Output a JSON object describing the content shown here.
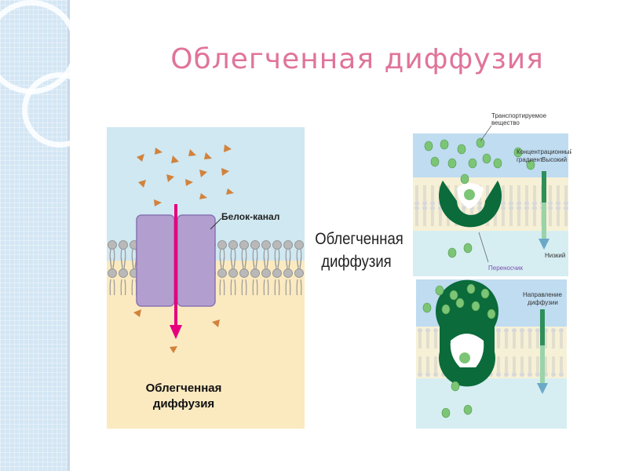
{
  "slide": {
    "title": "Облегченная диффузия"
  },
  "left_diagram": {
    "channel_label": "Белок-канал",
    "caption_line1": "Облегченная",
    "caption_line2": "диффузия",
    "colors": {
      "outside": "#cfe8f2",
      "inside": "#fbeac0",
      "protein": "#b29fd0",
      "arrow": "#e6007e",
      "molecule": "#d2823b"
    }
  },
  "center_label": {
    "line1": "Облегченная",
    "line2": "диффузия"
  },
  "right_top": {
    "transported_substance_line1": "Транспортируемое",
    "transported_substance_line2": "вещество",
    "gradient_line1": "Концентрационный",
    "gradient_line2": "градиент",
    "high": "Высокий",
    "low": "Низкий",
    "carrier": "Переносчик",
    "colors": {
      "carrier": "#0b6b3b",
      "molecule": "#7cc576"
    }
  },
  "right_bottom": {
    "direction_line1": "Направление",
    "direction_line2": "диффузии"
  }
}
